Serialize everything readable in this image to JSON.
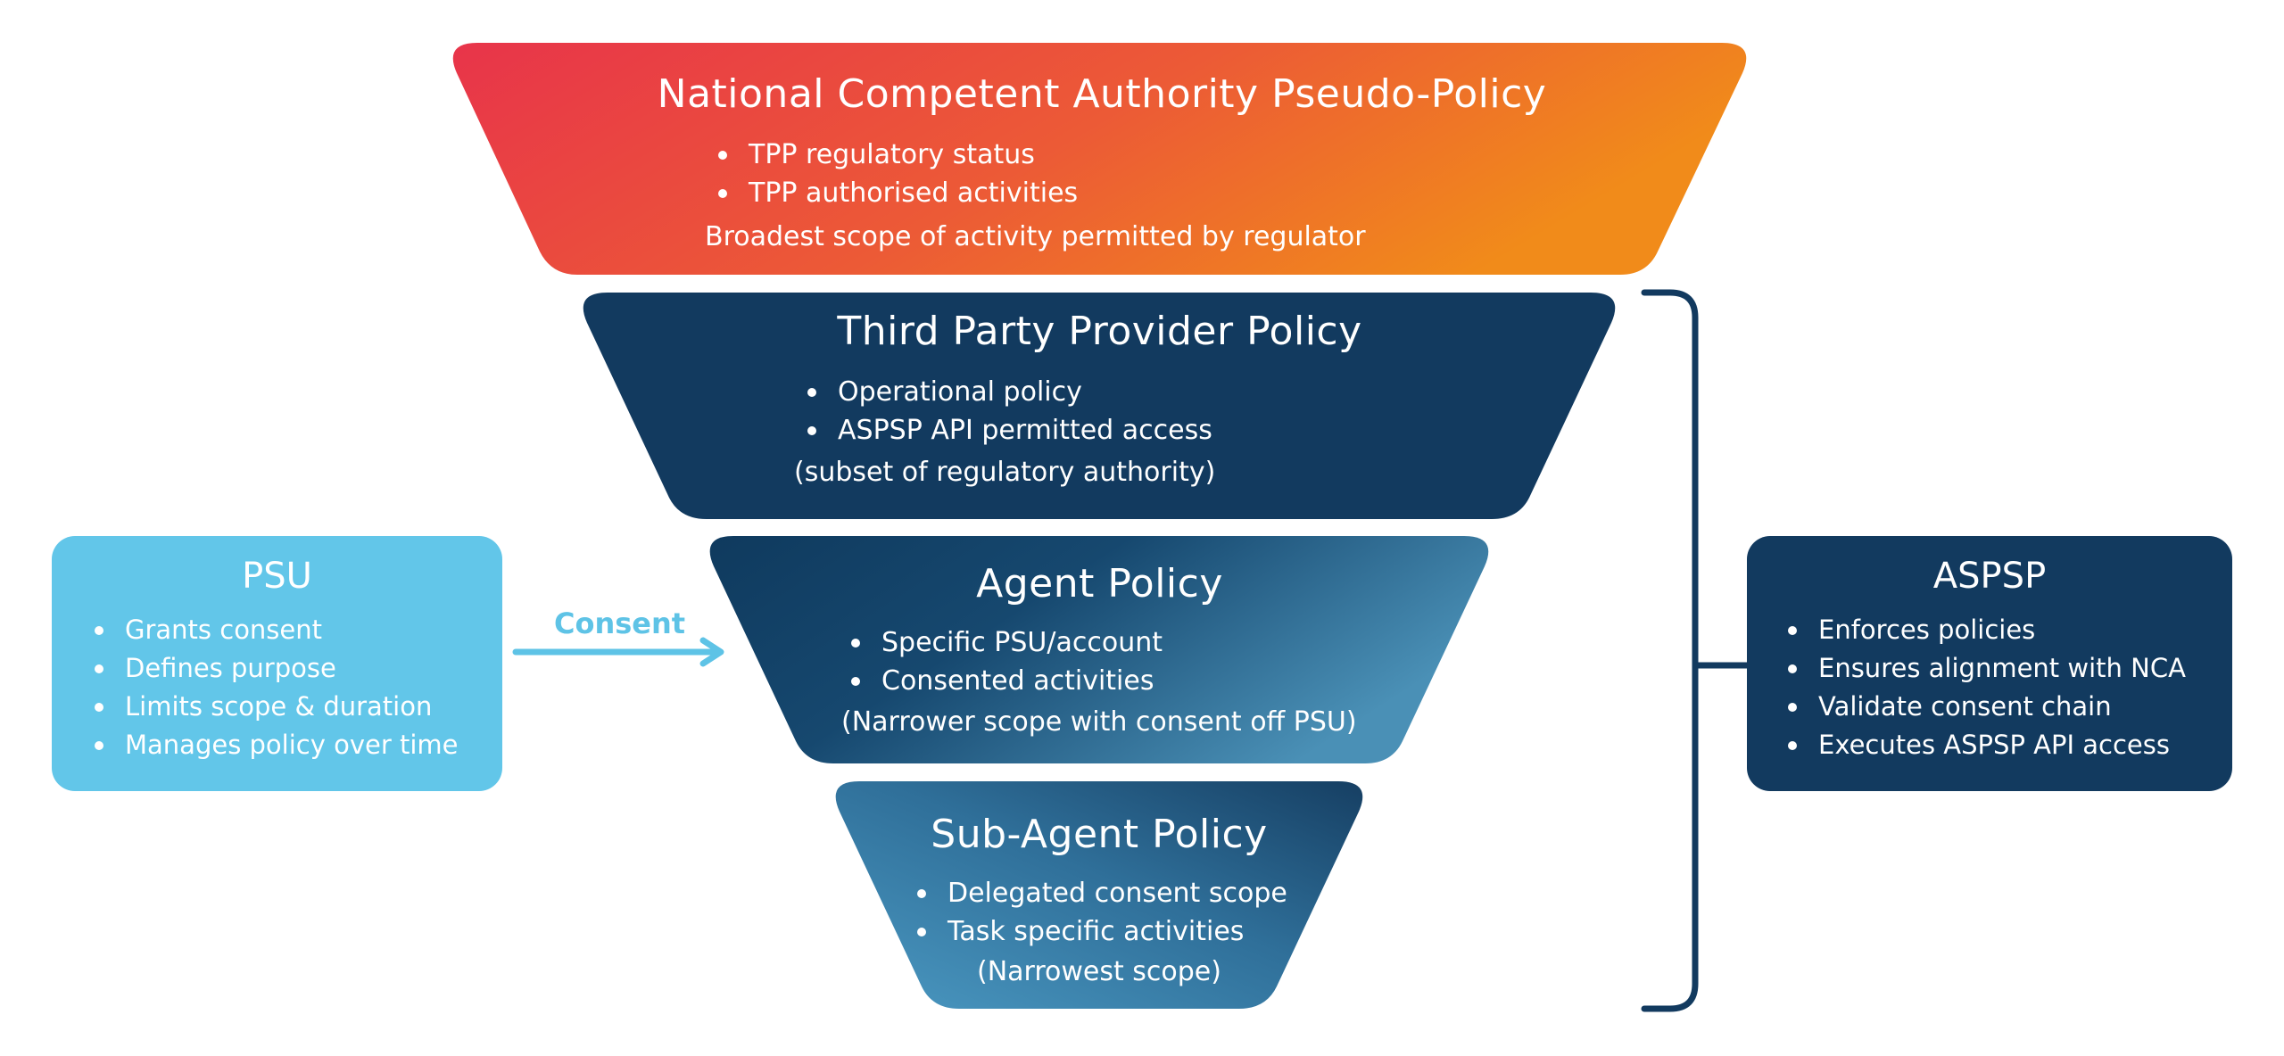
{
  "tiers": [
    {
      "title": "National Competent Authority Pseudo-Policy",
      "bullets": [
        "TPP regulatory status",
        "TPP authorised activities"
      ],
      "note": "Broadest scope of activity permitted by regulator"
    },
    {
      "title": "Third Party Provider Policy",
      "bullets": [
        "Operational policy",
        "ASPSP API permitted access"
      ],
      "note": "(subset of regulatory authority)"
    },
    {
      "title": "Agent Policy",
      "bullets": [
        "Specific PSU/account",
        "Consented activities"
      ],
      "note": "(Narrower scope with consent off PSU)"
    },
    {
      "title": "Sub-Agent Policy",
      "bullets": [
        "Delegated consent scope",
        "Task specific activities"
      ],
      "note": "(Narrowest scope)"
    }
  ],
  "psu": {
    "title": "PSU",
    "bullets": [
      "Grants consent",
      "Defines purpose",
      "Limits scope & duration",
      "Manages policy over time"
    ]
  },
  "consent_arrow": {
    "label": "Consent"
  },
  "aspsp": {
    "title": "ASPSP",
    "bullets": [
      "Enforces policies",
      "Ensures alignment with NCA",
      "Validate consent chain",
      "Executes ASPSP API access"
    ]
  },
  "colors": {
    "nca_gradient_start": "#e8344a",
    "nca_gradient_end": "#f08a1a",
    "navy": "#123a5f",
    "agent_gradient_end": "#3f86ad",
    "subagent_gradient_start": "#4a97c0",
    "subagent_gradient_end": "#1a4a70",
    "psu_blue": "#62c6e9",
    "consent_blue": "#5ec3e6"
  }
}
